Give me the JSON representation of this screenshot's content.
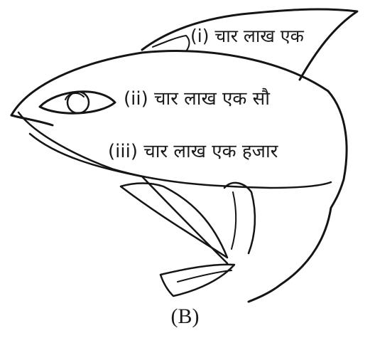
{
  "figure": {
    "labels": [
      "(i) चार लाख एक",
      "(ii) चार लाख एक सौ",
      "(iii) चार लाख एक हजार"
    ],
    "caption": "(B)"
  }
}
